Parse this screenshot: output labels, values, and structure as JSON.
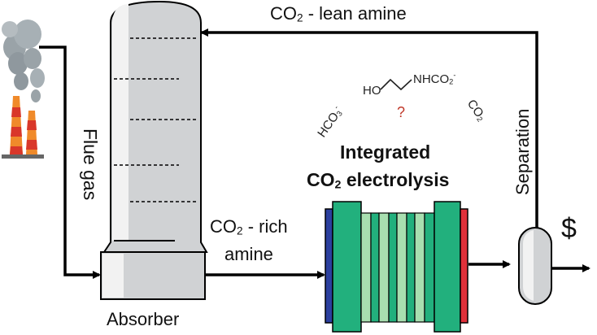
{
  "labels": {
    "lean_amine": {
      "prefix": "CO",
      "sub": "2",
      "suffix": " - lean amine"
    },
    "rich_amine": {
      "prefix": "CO",
      "sub": "2",
      "suffix": " - rich",
      "line2": "amine"
    },
    "flue_gas": "Flue gas",
    "absorber": "Absorber",
    "separation": "Separation",
    "dollar": "$",
    "integrated": {
      "line1": "Integrated",
      "line2_prefix": "CO",
      "line2_sub": "2",
      "line2_suffix": " electrolysis"
    },
    "molecules": {
      "amine_left": "HO",
      "amine_right_prefix": "NHCO",
      "amine_right_sub": "2",
      "amine_right_sup": "-",
      "bicarbonate_prefix": "HCO",
      "bicarbonate_sub": "3",
      "bicarbonate_sup": "-",
      "co2_prefix": "CO",
      "co2_sub": "2",
      "question": "?"
    }
  },
  "colors": {
    "smoke": "#9aa3a8",
    "stack_orange": "#f08a2a",
    "stack_red": "#d9372a",
    "column_fill": "#d0d2d4",
    "column_highlight": "#f2f2f2",
    "cell_green": "#22b07d",
    "cell_light": "#a8dfb0",
    "anode_blue": "#2b3f9e",
    "cathode_red": "#e0303a",
    "question_red": "#c0392b",
    "line": "#000000"
  }
}
